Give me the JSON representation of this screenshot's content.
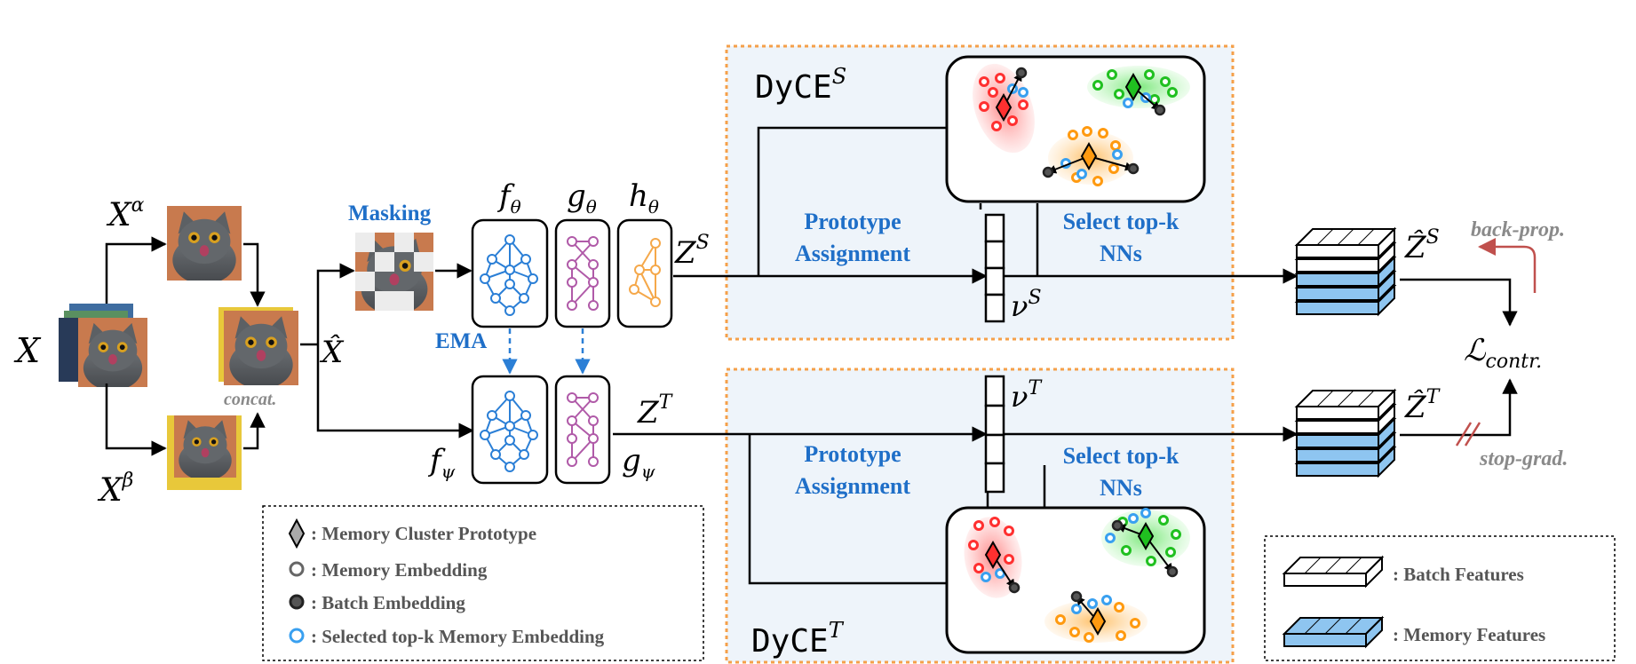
{
  "inputs": {
    "x": "X",
    "x_alpha": "X",
    "x_alpha_sup": "α",
    "x_beta": "X",
    "x_beta_sup": "β",
    "concat": "concat.",
    "x_hat": "X̂"
  },
  "student": {
    "masking": "Masking",
    "f_theta": "f",
    "f_theta_sub": "θ",
    "g_theta": "g",
    "g_theta_sub": "θ",
    "h_theta": "h",
    "h_theta_sub": "θ",
    "z": "Z",
    "z_sup": "S",
    "nu": "ν",
    "nu_sup": "S"
  },
  "teacher": {
    "ema": "EMA",
    "f_psi": "f",
    "f_psi_sub": "ψ",
    "g_psi": "g",
    "g_psi_sub": "ψ",
    "z": "Z",
    "z_sup": "T",
    "nu": "ν",
    "nu_sup": "T"
  },
  "dyce_s": {
    "title": "DyCE",
    "sup": "S",
    "assign_line1": "Prototype",
    "assign_line2": "Assignment",
    "select_line1": "Select top-k",
    "select_line2": "NNs"
  },
  "dyce_t": {
    "title": "DyCE",
    "sup": "T",
    "assign_line1": "Prototype",
    "assign_line2": "Assignment",
    "select_line1": "Select top-k",
    "select_line2": "NNs"
  },
  "outputs": {
    "zs": "Z",
    "zs_sup": "S",
    "zt": "Z",
    "zt_sup": "T",
    "loss": "ℒ",
    "loss_sub": "contr.",
    "back_prop": "back-prop.",
    "stop_grad": "stop-grad."
  },
  "legend": {
    "prototype": ": Memory Cluster Prototype",
    "memory": ": Memory Embedding",
    "batch": ": Batch Embedding",
    "selected": ": Selected top-k Memory Embedding"
  },
  "legend_features": {
    "batch": ": Batch Features",
    "memory": ": Memory Features"
  },
  "colors": {
    "accent_blue": "#1f6fc8",
    "panel_bg": "#eef4fa",
    "panel_border": "#f5a04a",
    "cluster_red": "#ff4040",
    "cluster_green": "#30d030",
    "cluster_orange": "#ffa020",
    "memory_feature": "#8ec5f0",
    "net_blue": "#2b7fd6",
    "net_purple": "#b05aa8",
    "net_orange": "#f5a84a"
  }
}
